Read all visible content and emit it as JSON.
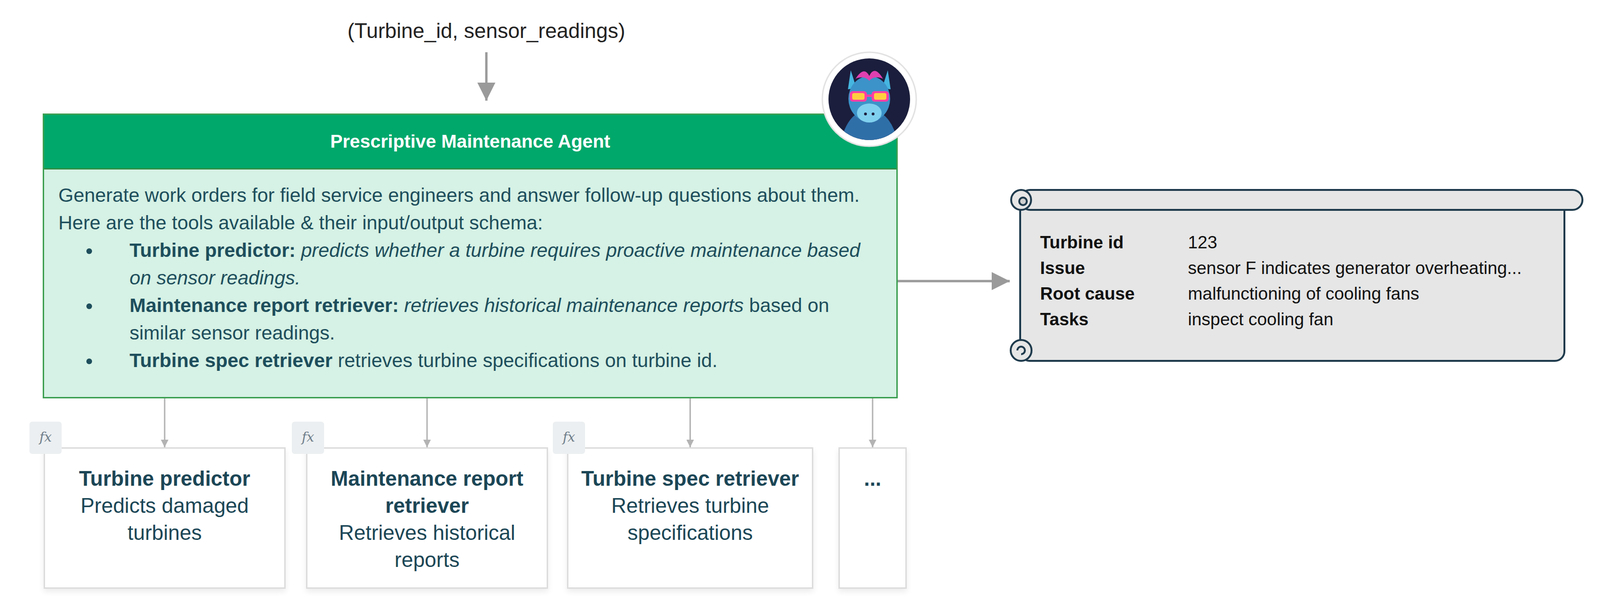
{
  "diagram": {
    "nodes": [
      {
        "text": [
          "Prescriptive Maintenance Agent",
          "Generate work orders for field service engineers and answer follow-up questions about them. Here are the tools available & their input/output schema:",
          "Turbine predictor:",
          "predicts whether a turbine requires proactive maintenance based on sensor readings.",
          "Maintenance report retriever:",
          "retrieves historical maintenance reports",
          "based on similar sensor readings.",
          "Turbine spec retriever",
          "retrieves turbine specifications on turbine id."
        ]
      },
      {
        "text": [
          "Turbine id",
          "123",
          "Issue",
          "sensor F indicates generator overheating...",
          "Root cause",
          "malfunctioning of cooling fans",
          "Tasks",
          "inspect cooling fan"
        ]
      },
      {
        "text": [
          "Turbine predictor",
          "Predicts damaged turbines"
        ]
      },
      {
        "text": [
          "Maintenance report retriever",
          "Retrieves historical reports"
        ]
      },
      {
        "text": [
          "Turbine spec retriever",
          "Retrieves turbine specifications"
        ]
      },
      {
        "text": [
          "..."
        ]
      }
    ],
    "edges": [
      {
        "from": 0,
        "to": 1,
        "arrow": "to"
      },
      {
        "from": 0,
        "to": 2,
        "arrow": "to"
      },
      {
        "from": 0,
        "to": 3,
        "arrow": "to"
      },
      {
        "from": 0,
        "to": 4,
        "arrow": "to"
      },
      {
        "from": 0,
        "to": 5,
        "arrow": "to"
      }
    ],
    "labels": [
      "(Turbine_id, sensor_readings)",
      "fx",
      "fx",
      "fx"
    ]
  }
}
